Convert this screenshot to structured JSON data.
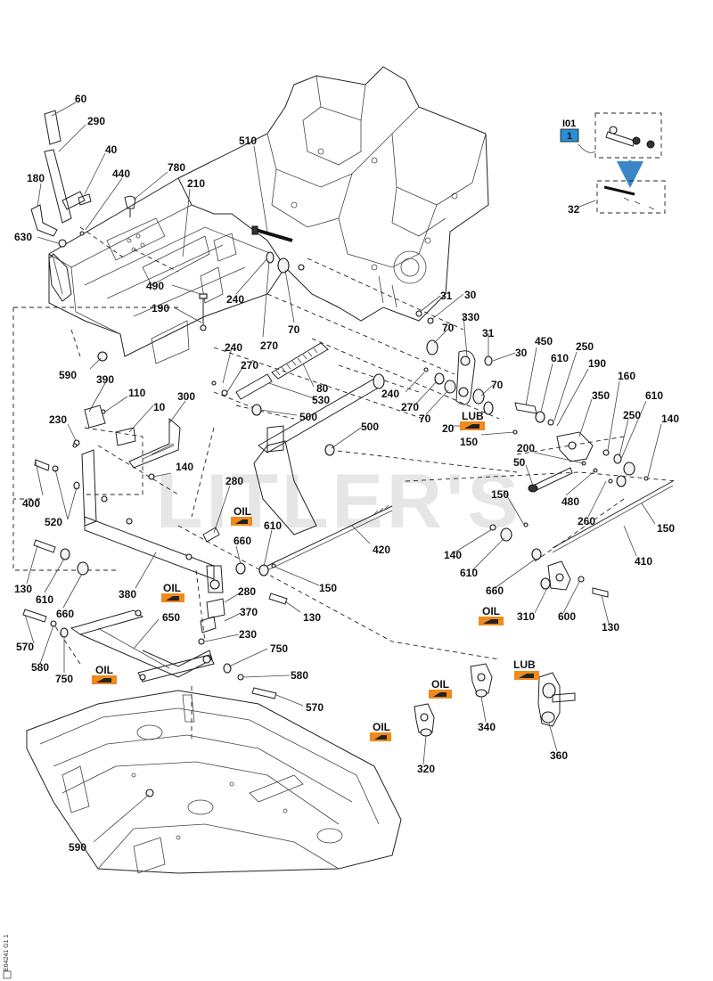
{
  "watermark": "LITLER'S",
  "reference_box": {
    "code": "I01",
    "index": "1",
    "target_callout": "32"
  },
  "tags": {
    "oil": "OIL",
    "lub": "LUB"
  },
  "callouts": {
    "c60": "60",
    "c290": "290",
    "c40": "40",
    "c180": "180",
    "c440": "440",
    "c780": "780",
    "c510": "510",
    "c210": "210",
    "c630": "630",
    "c490": "490",
    "c190a": "190",
    "c240a": "240",
    "c270a": "270",
    "c70a": "70",
    "c240b": "240",
    "c270b": "270",
    "c80": "80",
    "c530": "530",
    "c500a": "500",
    "c500b": "500",
    "c31a": "31",
    "c30a": "30",
    "c330": "330",
    "c31b": "31",
    "c30b": "30",
    "c70b": "70",
    "c240c": "240",
    "c270c": "270",
    "c70c": "70",
    "c70d": "70",
    "c20": "20",
    "c150a": "150",
    "c450": "450",
    "c250a": "250",
    "c610a": "610",
    "c190b": "190",
    "c160": "160",
    "c350": "350",
    "c610b": "610",
    "c250b": "250",
    "c140a": "140",
    "c200": "200",
    "c50": "50",
    "c480": "480",
    "c260": "260",
    "c150b": "150",
    "c150c": "150",
    "c410": "410",
    "c590a": "590",
    "c390": "390",
    "c110": "110",
    "c300": "300",
    "c10": "10",
    "c230a": "230",
    "c140b": "140",
    "c400": "400",
    "c520": "520",
    "c280a": "280",
    "c610c": "610",
    "c660a": "660",
    "c420": "420",
    "c150d": "150",
    "c130a": "130",
    "c610d": "610",
    "c660b": "660",
    "c380": "380",
    "c280b": "280",
    "c370": "370",
    "c130b": "130",
    "c140c": "140",
    "c610e": "610",
    "c660c": "660",
    "c310": "310",
    "c600": "600",
    "c130c": "130",
    "c570a": "570",
    "c580a": "580",
    "c750a": "750",
    "c650": "650",
    "c230b": "230",
    "c750b": "750",
    "c580b": "580",
    "c570b": "570",
    "c340": "340",
    "c360": "360",
    "c320": "320",
    "c590b": "590",
    "c32": "32"
  },
  "colors": {
    "tag_orange": "#f08a1c",
    "ref_box_blue": "#2a8fd6",
    "arrow_blue": "#3a86c8",
    "line": "#222222"
  },
  "footer_code": "E64241 G1 1"
}
